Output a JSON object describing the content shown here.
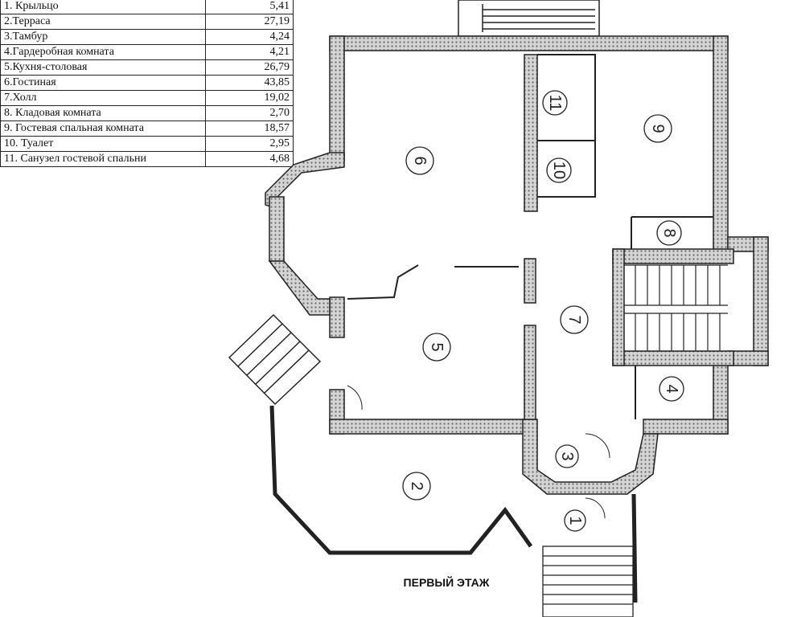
{
  "legend": {
    "rows": [
      {
        "name": "1. Крыльцо",
        "area": "5,41"
      },
      {
        "name": "2.Терраса",
        "area": "27,19"
      },
      {
        "name": "3.Тамбур",
        "area": "4,24"
      },
      {
        "name": "4.Гардеробная комната",
        "area": "4,21"
      },
      {
        "name": "5.Кухня-столовая",
        "area": "26,79"
      },
      {
        "name": "6.Гостиная",
        "area": "43,85"
      },
      {
        "name": "7.Холл",
        "area": "19,02"
      },
      {
        "name": "8. Кладовая комната",
        "area": "2,70"
      },
      {
        "name": "9. Гостевая спальная комната",
        "area": "18,57"
      },
      {
        "name": "10. Туалет",
        "area": "2,95"
      },
      {
        "name": "11. Санузел гостевой спальни",
        "area": "4,68"
      }
    ]
  },
  "plan": {
    "title": "ПЕРВЫЙ ЭТАЖ",
    "room_labels": {
      "r1": "1",
      "r2": "2",
      "r3": "3",
      "r4": "4",
      "r5": "5",
      "r6": "6",
      "r7": "7",
      "r8": "8",
      "r9": "9",
      "r10": "10",
      "r11": "11"
    },
    "colors": {
      "wall_fill": "#cfcfcf",
      "line": "#222222"
    }
  }
}
